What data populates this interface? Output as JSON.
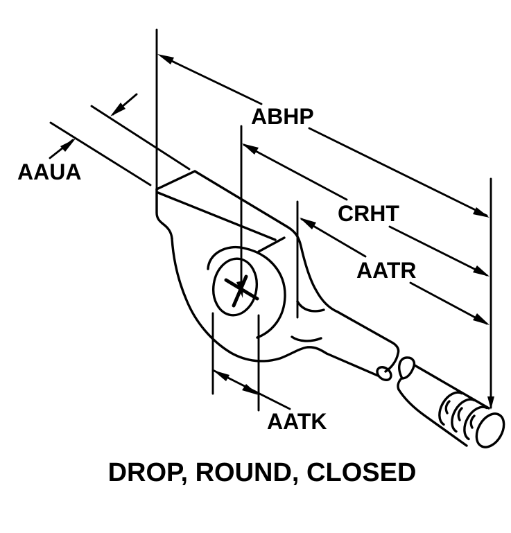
{
  "diagram": {
    "type": "technical-line-drawing",
    "caption": "DROP, ROUND, CLOSED",
    "labels": {
      "aaua": "AAUA",
      "abhp": "ABHP",
      "crht": "CRHT",
      "aatr": "AATR",
      "aatk": "AATK"
    },
    "colors": {
      "line": "#000000",
      "background": "#ffffff"
    }
  }
}
